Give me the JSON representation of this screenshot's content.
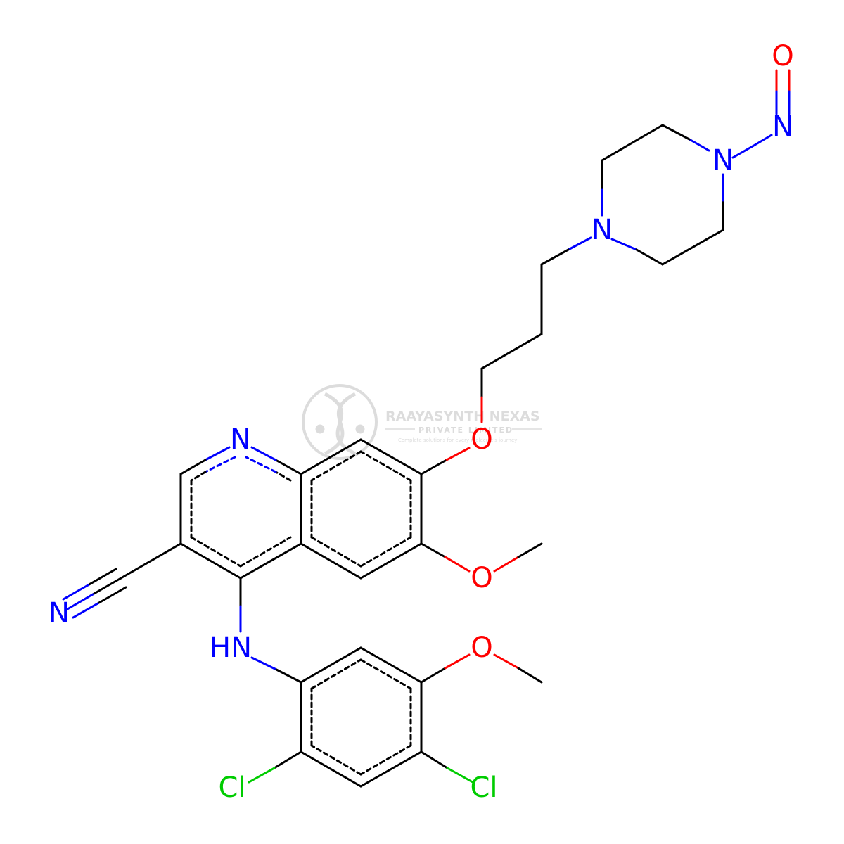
{
  "colors": {
    "bond": "#000000",
    "nitrogen": "#0000ff",
    "oxygen": "#ff0000",
    "chlorine": "#00cc00",
    "watermark": "#d9d9d9"
  },
  "watermark": {
    "title": "RAAYASYNTH NEXAS",
    "subtitle": "PRIVATE LIMITED",
    "tagline": "Complete solutions for every molecule's journey",
    "logo_icon": "dna-helix-icon"
  },
  "atom_labels": {
    "nitroso_o": "O",
    "nitroso_n": "N",
    "piperazine_n1": "N",
    "piperazine_n4": "N",
    "ether_o": "O",
    "quinoline_n": "N",
    "methoxy_o": "O",
    "nitrile_n": "N",
    "amine_nh": "HN",
    "anisole_o": "O",
    "chloro_left": "Cl",
    "chloro_right": "Cl"
  }
}
